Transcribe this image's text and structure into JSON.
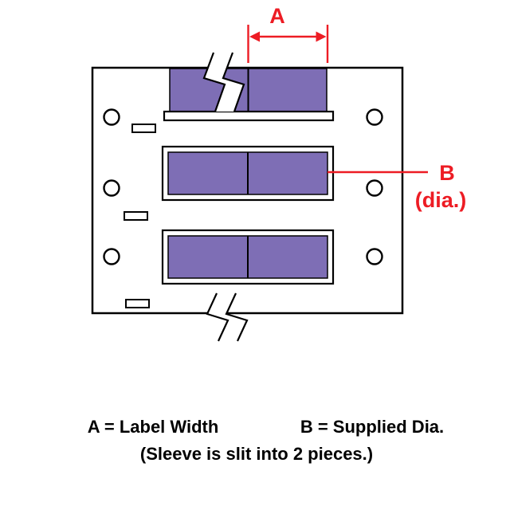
{
  "diagram": {
    "dim_a_label": "A",
    "dim_b_label": "B",
    "dim_b_unit": "(dia.)"
  },
  "legend": {
    "a_definition": "A = Label Width",
    "b_definition": "B = Supplied Dia.",
    "note": "(Sleeve is slit into 2 pieces.)"
  },
  "colors": {
    "sleeve_fill": "#7e6eb5",
    "dimension_red": "#ed1c24",
    "outline_black": "#000000"
  }
}
